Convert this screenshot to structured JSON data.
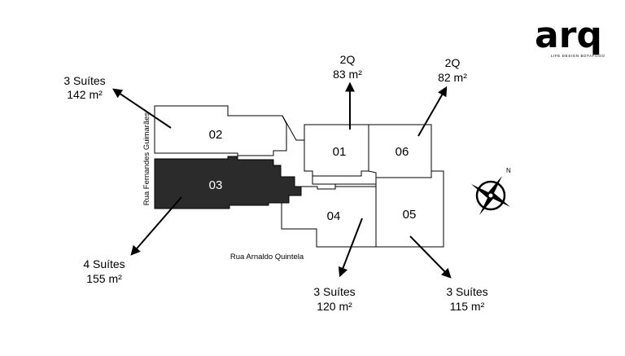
{
  "logo": {
    "mark": "arq",
    "tagline": "LIFE DESIGN BOTAFOGO"
  },
  "streets": {
    "side": "Rua Fernandes Guimarães",
    "front": "Rua Arnaldo Quintela"
  },
  "units": {
    "u01": {
      "number": "01",
      "line1": "2Q",
      "line2": "83 m²"
    },
    "u06": {
      "number": "06",
      "line1": "2Q",
      "line2": "82 m²"
    },
    "u02": {
      "number": "02",
      "line1": "3 Suítes",
      "line2": "142 m²"
    },
    "u03": {
      "number": "03",
      "line1": "4 Suítes",
      "line2": "155 m²"
    },
    "u04": {
      "number": "04",
      "line1": "3 Suítes",
      "line2": "120 m²"
    },
    "u05": {
      "number": "05",
      "line1": "3 Suítes",
      "line2": "115 m²"
    }
  },
  "compass": {
    "north": "N"
  },
  "colors": {
    "line": "#000000",
    "highlight_fill": "#2b2b2b",
    "background": "#ffffff",
    "highlight_text": "#ffffff"
  }
}
